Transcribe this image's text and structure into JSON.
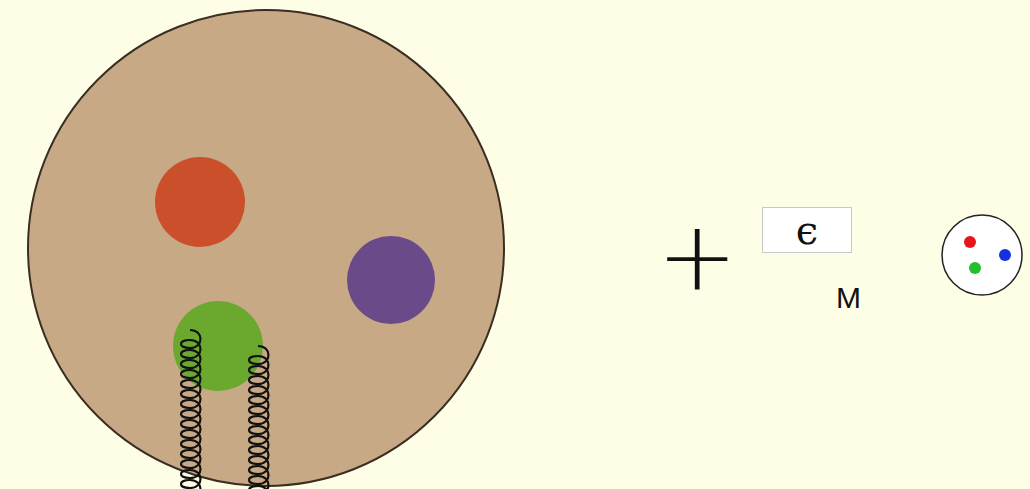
{
  "diagram": {
    "nodes": [
      {
        "text": [
          "ϵ"
        ]
      }
    ],
    "labels": [
      "+",
      "M"
    ]
  }
}
